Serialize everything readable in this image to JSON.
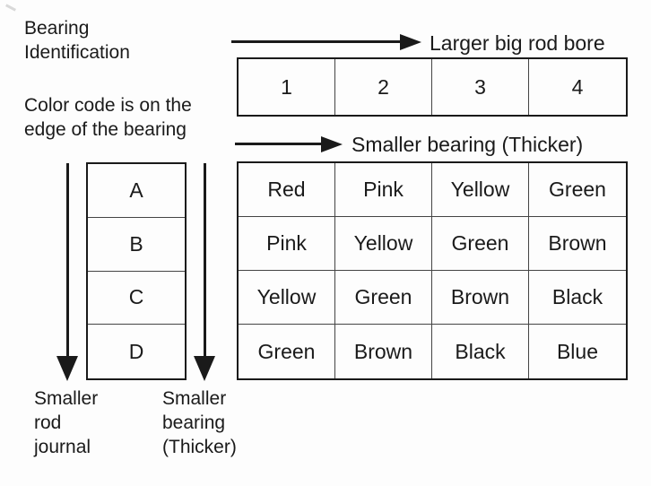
{
  "colors": {
    "ink": "#1a1a1a",
    "background": "#fdfdfd"
  },
  "notes": {
    "bearing_identification": "Bearing\nIdentification",
    "color_code": "Color code is on the\nedge of the bearing"
  },
  "arrows": {
    "larger_bore_label": "Larger big rod bore",
    "smaller_bearing_label": "Smaller bearing (Thicker)",
    "smaller_rod_journal_label": "Smaller\nrod\njournal",
    "smaller_bearing_thicker_label": "Smaller\nbearing\n(Thicker)"
  },
  "bore_row": {
    "cells": [
      "1",
      "2",
      "3",
      "4"
    ]
  },
  "journal_column": {
    "cells": [
      "A",
      "B",
      "C",
      "D"
    ]
  },
  "color_grid": {
    "rows": [
      [
        "Red",
        "Pink",
        "Yellow",
        "Green"
      ],
      [
        "Pink",
        "Yellow",
        "Green",
        "Brown"
      ],
      [
        "Yellow",
        "Green",
        "Brown",
        "Black"
      ],
      [
        "Green",
        "Brown",
        "Black",
        "Blue"
      ]
    ]
  }
}
